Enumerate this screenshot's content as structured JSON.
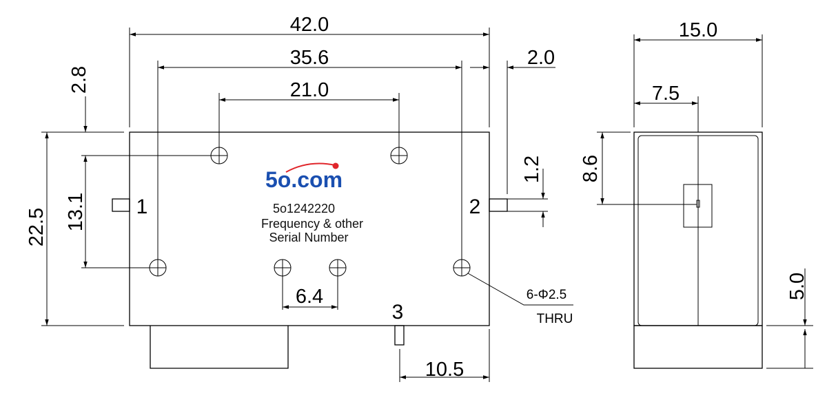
{
  "dimensions": {
    "width_total": "42.0",
    "hole_span_outer": "35.6",
    "hole_span_top": "21.0",
    "edge_to_hole_top": "2.8",
    "height_total": "22.5",
    "hole_vertical": "13.1",
    "port_offset": "2.0",
    "port_width": "1.2",
    "hole_span_bottom": "6.4",
    "port3_offset": "10.5",
    "depth_total": "15.0",
    "depth_half": "7.5",
    "side_port_height": "8.6",
    "base_height": "5.0"
  },
  "ports": {
    "p1": "1",
    "p2": "2",
    "p3": "3"
  },
  "label": {
    "logo": "5o.com",
    "serial": "5o1242220",
    "line2": "Frequency & other",
    "line3": "Serial Number"
  },
  "notes": {
    "holes": "6-Φ2.5",
    "thru": "THRU"
  },
  "colors": {
    "logo_blue": "#1a4fb0",
    "logo_dot": "#e0262b"
  }
}
